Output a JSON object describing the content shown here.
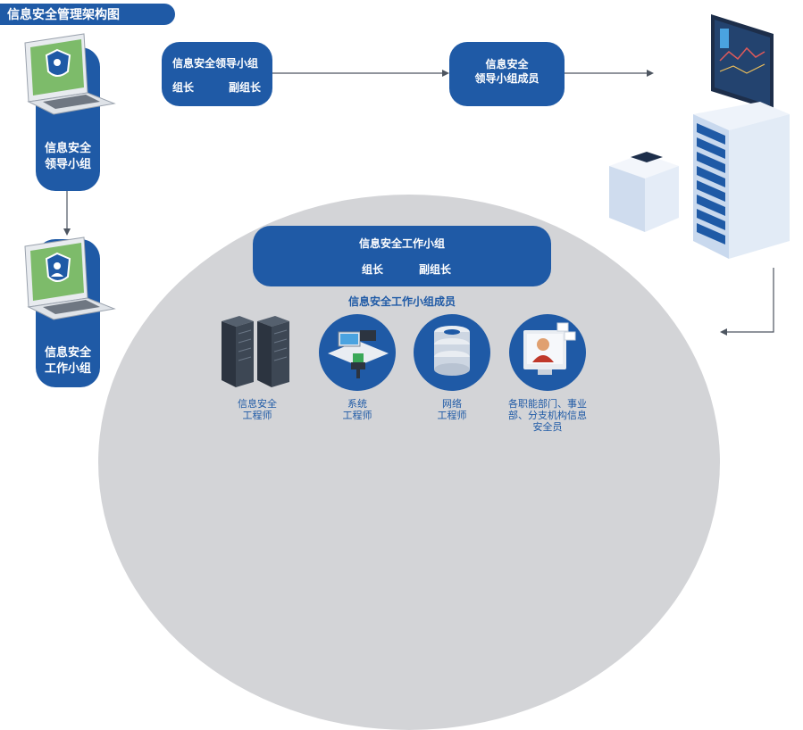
{
  "header": {
    "title": "信息安全管理架构图"
  },
  "left_column": {
    "top_card": {
      "line1": "信息安全",
      "line2": "领导小组"
    },
    "bottom_card": {
      "line1": "信息安全",
      "line2": "工作小组"
    }
  },
  "leadership_box": {
    "title": "信息安全领导小组",
    "leader": "组长",
    "deputy": "副组长"
  },
  "leadership_members": {
    "line1": "信息安全",
    "line2": "领导小组成员"
  },
  "working_box": {
    "title": "信息安全工作小组",
    "leader": "组长",
    "deputy": "副组长"
  },
  "working_members_title": "信息安全工作小组成员",
  "roles": [
    {
      "line1": "信息安全",
      "line2": "工程师",
      "line3": ""
    },
    {
      "line1": "系统",
      "line2": "工程师",
      "line3": ""
    },
    {
      "line1": "网络",
      "line2": "工程师",
      "line3": ""
    },
    {
      "line1": "各职能部门、事业",
      "line2": "部、分支机构信息",
      "line3": "安全员"
    }
  ],
  "colors": {
    "primary": "#1f5aa6",
    "dome": "#d3d4d7",
    "arrow": "#4d5560"
  }
}
